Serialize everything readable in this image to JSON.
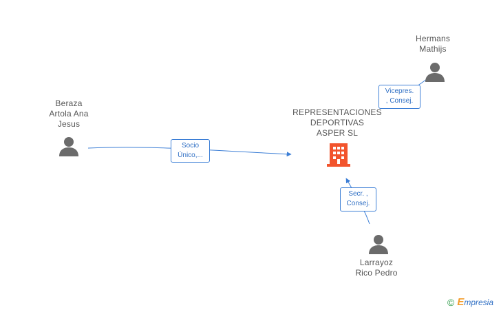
{
  "company": {
    "name_lines": [
      "REPRESENTACIONES",
      "DEPORTIVAS",
      "ASPER SL"
    ],
    "icon": "building-icon",
    "color": "#f2542d"
  },
  "people": [
    {
      "id": "beraza",
      "name_lines": [
        "Beraza",
        "Artola Ana",
        "Jesus"
      ],
      "icon": "person-icon"
    },
    {
      "id": "hermans",
      "name_lines": [
        "Hermans",
        "Mathijs"
      ],
      "icon": "person-icon"
    },
    {
      "id": "larrayoz",
      "name_lines": [
        "Larrayoz",
        "Rico Pedro"
      ],
      "icon": "person-icon"
    }
  ],
  "roles": {
    "beraza": [
      "Socio",
      "Único,..."
    ],
    "hermans": [
      "Vicepres.",
      ", Consej."
    ],
    "larrayoz": [
      "Secr. ,",
      "Consej."
    ]
  },
  "colors": {
    "edge": "#3d7fd6",
    "person": "#6b6b6b",
    "label": "#555555"
  },
  "watermark": {
    "symbol": "©",
    "brand_first": "E",
    "brand_rest": "mpresia"
  }
}
